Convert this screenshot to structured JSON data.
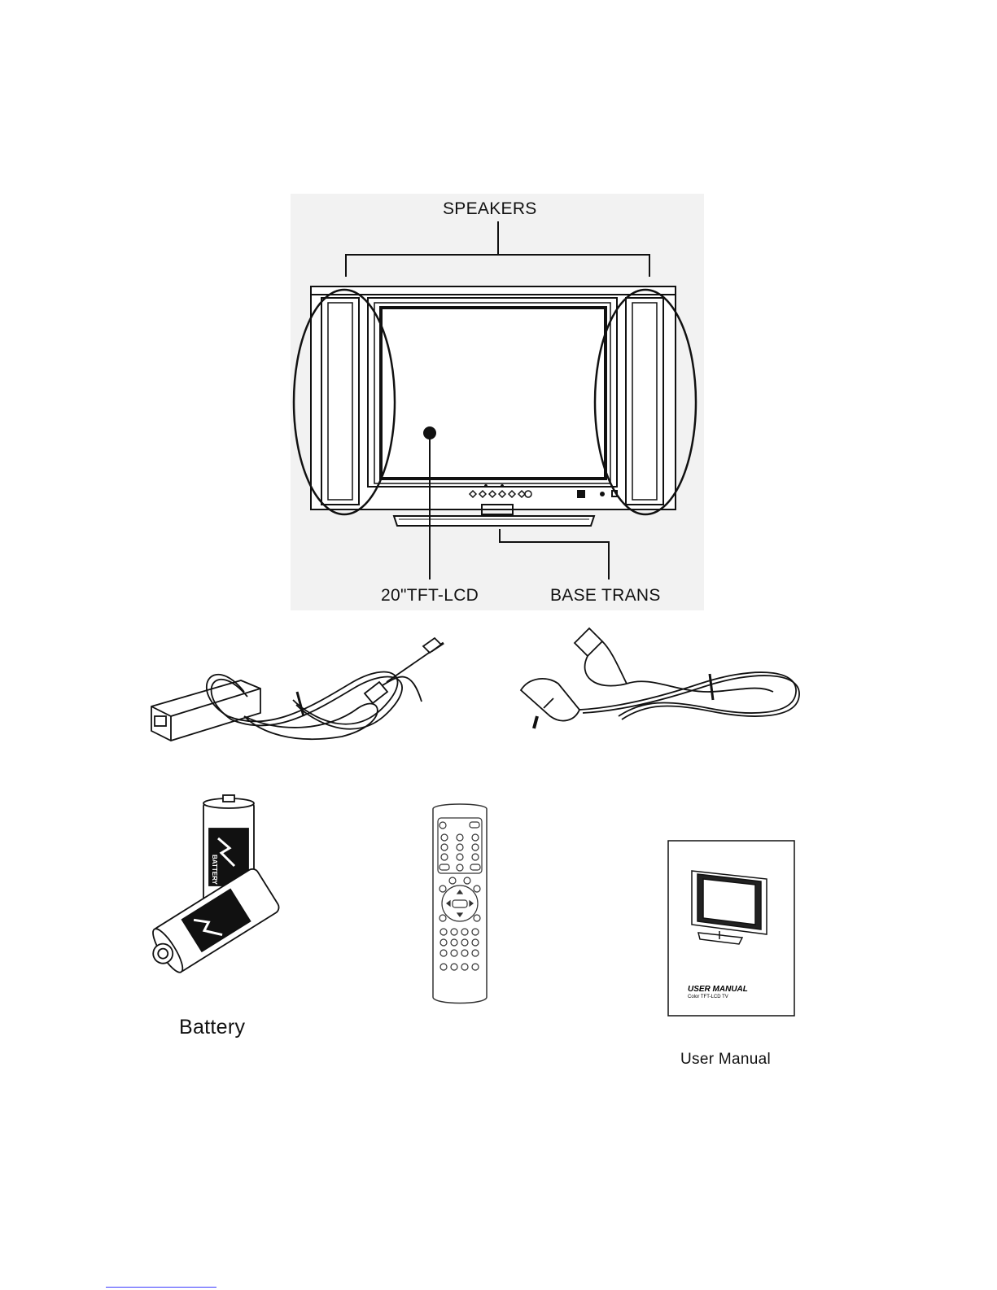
{
  "diagram": {
    "labels": {
      "speakers": "SPEAKERS",
      "lcd": "20\"TFT-LCD",
      "base": "BASE TRANS"
    }
  },
  "accessories": {
    "battery_caption": "Battery",
    "manual_caption": "User Manual",
    "manual_cover_title": "USER MANUAL",
    "manual_cover_subtitle": "Color TFT-LCD TV",
    "battery_print": "BATTERY"
  },
  "colors": {
    "line": "#111111",
    "panel_bg": "#f2f2f2",
    "footnote_rule": "#3a3aff"
  }
}
